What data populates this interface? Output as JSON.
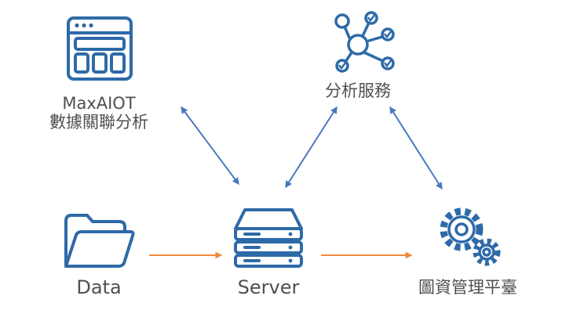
{
  "nodes": {
    "maxaiot": {
      "lines": [
        "MaxAIOT",
        "數據關聯分析"
      ],
      "icon": "browser-window-icon"
    },
    "analysis": {
      "label": "分析服務",
      "icon": "network-hub-icon"
    },
    "data": {
      "label": "Data",
      "icon": "folder-icon"
    },
    "server": {
      "label": "Server",
      "icon": "server-icon"
    },
    "platform": {
      "label": "圖資管理平臺",
      "icon": "gears-icon"
    }
  },
  "colors": {
    "icon_stroke": "#2e6aa8",
    "arrow_blue": "#4a78c0",
    "arrow_orange": "#ef8a3c",
    "text": "#4f4f4f"
  }
}
